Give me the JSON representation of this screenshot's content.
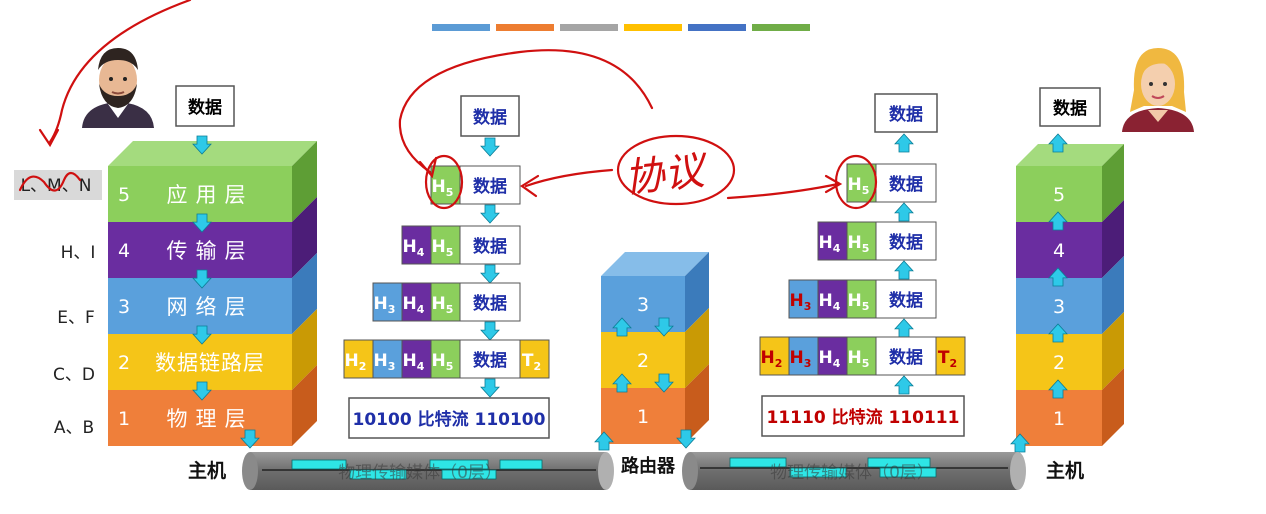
{
  "colors": {
    "app": "#8ccf5c",
    "app_side": "#5e9e35",
    "app_top": "#a4db7e",
    "trans": "#6a2da0",
    "trans_side": "#4c1d78",
    "trans_top": "#8a4cc0",
    "net": "#5aa0dc",
    "net_side": "#3b7bbb",
    "net_top": "#86bde9",
    "link": "#f5c518",
    "link_side": "#c99a05",
    "link_top": "#f9dc68",
    "phy": "#ef7f3a",
    "phy_side": "#c85c1c",
    "phy_top": "#f5a56d",
    "arrow": "#2ec9e8",
    "header_text": "#ffffff",
    "data_text": "#1f2fa8",
    "bits_text_left": "#1f2fa8",
    "bits_text_right": "#c00000",
    "red_h": "#c00000",
    "annotation": "#d01010",
    "pipe": "#7f7f7f",
    "pipe_band": "#2ee6e6"
  },
  "top_swatches": [
    "#5b9bd5",
    "#ed7d31",
    "#a5a5a5",
    "#ffc000",
    "#4472c4",
    "#70ad47"
  ],
  "left_host": {
    "data_label": "数据",
    "caption": "主机",
    "layers": [
      {
        "num": "5",
        "name": "应用层"
      },
      {
        "num": "4",
        "name": "传输层"
      },
      {
        "num": "3",
        "name": "网络层"
      },
      {
        "num": "2",
        "name": "数据链路层"
      },
      {
        "num": "1",
        "name": "物理层"
      }
    ],
    "side_labels": [
      "L、M、N",
      "H、I",
      "E、F",
      "C、D",
      "A、B"
    ]
  },
  "middle_left": {
    "data_label": "数据",
    "row_app": {
      "headers": [
        "H5"
      ],
      "data": "数据"
    },
    "row_trans": {
      "headers": [
        "H4",
        "H5"
      ],
      "data": "数据"
    },
    "row_net": {
      "headers": [
        "H3",
        "H4",
        "H5"
      ],
      "data": "数据"
    },
    "row_link": {
      "headers": [
        "H2",
        "H3",
        "H4",
        "H5"
      ],
      "data": "数据",
      "trailer": "T2"
    },
    "bits": "10100 比特流 110100"
  },
  "router": {
    "caption": "路由器",
    "layers": [
      "3",
      "2",
      "1"
    ]
  },
  "middle_right": {
    "data_label": "数据",
    "row_app": {
      "headers": [
        "H5"
      ],
      "data": "数据"
    },
    "row_trans": {
      "headers": [
        "H4",
        "H5"
      ],
      "data": "数据"
    },
    "row_net": {
      "headers": [
        "H3",
        "H4",
        "H5"
      ],
      "data": "数据"
    },
    "row_link": {
      "headers": [
        "H2",
        "H3",
        "H4",
        "H5"
      ],
      "data": "数据",
      "trailer": "T2"
    },
    "bits": "11110 比特流 110111"
  },
  "right_host": {
    "data_label": "数据",
    "caption": "主机",
    "layers": [
      "5",
      "4",
      "3",
      "2",
      "1"
    ]
  },
  "media": {
    "left": "物理传输媒体（0层）",
    "right": "物理传输媒体（0层）"
  },
  "annotation": "协议"
}
